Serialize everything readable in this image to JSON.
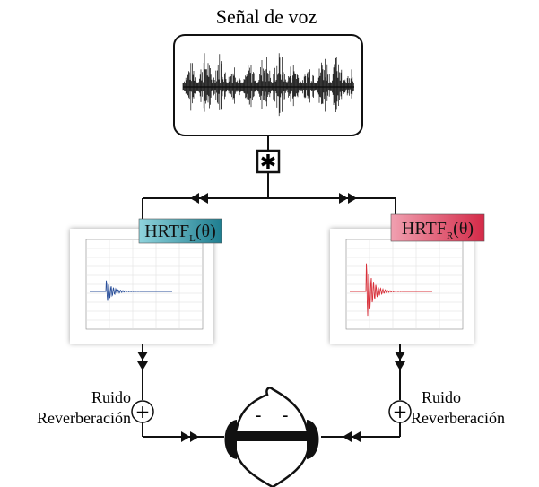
{
  "title": "Señal de voz",
  "convolution_symbol": "✱",
  "hrtf_left": {
    "base": "HRTF",
    "sub": "L",
    "arg": "(θ)",
    "color": "#2f8a9a"
  },
  "hrtf_right": {
    "base": "HRTF",
    "sub": "R",
    "arg": "(θ)",
    "color": "#d8334f"
  },
  "left_noise": {
    "line1": "Ruido",
    "line2": "Reverberación"
  },
  "right_noise": {
    "line1": "Ruido",
    "line2": "Reverberación"
  },
  "sum_symbol": "+",
  "left_plot_color": "#2a4f9a",
  "right_plot_color": "#d8303a",
  "head_eye_left": "-",
  "head_eye_right": "-"
}
